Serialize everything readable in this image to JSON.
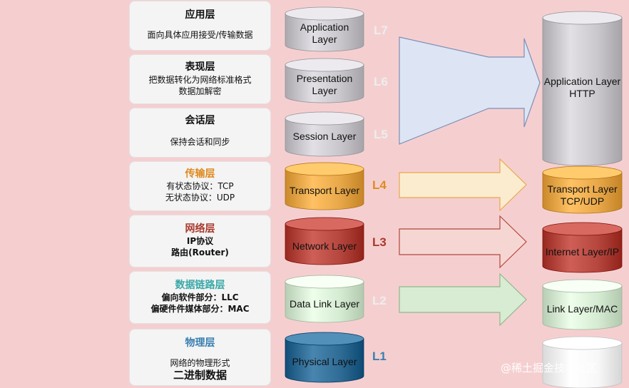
{
  "osi_cards": [
    {
      "title": "应用层",
      "title_color": "#111111",
      "desc": [
        "面向具体应用接受/传输数据"
      ]
    },
    {
      "title": "表现层",
      "title_color": "#111111",
      "desc": [
        "把数据转化为网络标准格式",
        "数据加解密"
      ]
    },
    {
      "title": "会话层",
      "title_color": "#111111",
      "desc": [
        "保持会话和同步"
      ]
    },
    {
      "title": "传输层",
      "title_color": "#e08a20",
      "desc": [
        "有状态协议：TCP",
        "无状态协议：UDP"
      ]
    },
    {
      "title": "网络层",
      "title_color": "#a83a2e",
      "desc": [
        "IP协议",
        "路由(Router)"
      ]
    },
    {
      "title": "数据链路层",
      "title_color": "#3aa8a8",
      "desc": [
        "偏向软件部分：LLC",
        "偏硬件件媒体部分：MAC"
      ]
    },
    {
      "title": "物理层",
      "title_color": "#3a7fb0",
      "desc": [
        "网络的物理形式",
        "二进制数据"
      ]
    }
  ],
  "osi_layers": [
    {
      "label": "Application Layer",
      "num": "L7",
      "color": "gray",
      "num_color": "#e6e6e6"
    },
    {
      "label": "Presentation Layer",
      "num": "L6",
      "color": "gray",
      "num_color": "#e6e6e6"
    },
    {
      "label": "Session Layer",
      "num": "L5",
      "color": "gray",
      "num_color": "#e6e6e6"
    },
    {
      "label": "Transport Layer",
      "num": "L4",
      "color": "orange",
      "num_color": "#e08a20"
    },
    {
      "label": "Network Layer",
      "num": "L3",
      "color": "red",
      "num_color": "#a83a2e"
    },
    {
      "label": "Data Link Layer",
      "num": "L2",
      "color": "green",
      "num_color": "#e6e6e6"
    },
    {
      "label": "Physical Layer",
      "num": "L1",
      "color": "blue",
      "num_color": "#3a7fb0"
    }
  ],
  "tcpip_layers": [
    {
      "label": "Application Layer HTTP",
      "lines": [
        "Application Layer",
        "HTTP"
      ],
      "color": "gray"
    },
    {
      "label": "Transport Layer TCP/UDP",
      "lines": [
        "Transport Layer",
        "TCP/UDP"
      ],
      "color": "orange"
    },
    {
      "label": "Internet Layer/IP",
      "lines": [
        "Internet Layer/IP"
      ],
      "color": "red"
    },
    {
      "label": "Link Layer/MAC",
      "lines": [
        "Link Layer/MAC"
      ],
      "color": "green"
    },
    {
      "label": "",
      "lines": [],
      "color": "white"
    }
  ],
  "colors": {
    "background": "#f5cfd0",
    "gray": "#c9c7cc",
    "orange": "#e8a84a",
    "red": "#b5463e",
    "green": "#d5ebd2",
    "blue": "#2f6c96",
    "white": "#f8f8f8"
  },
  "watermark": "@稀土掘金技术社区"
}
